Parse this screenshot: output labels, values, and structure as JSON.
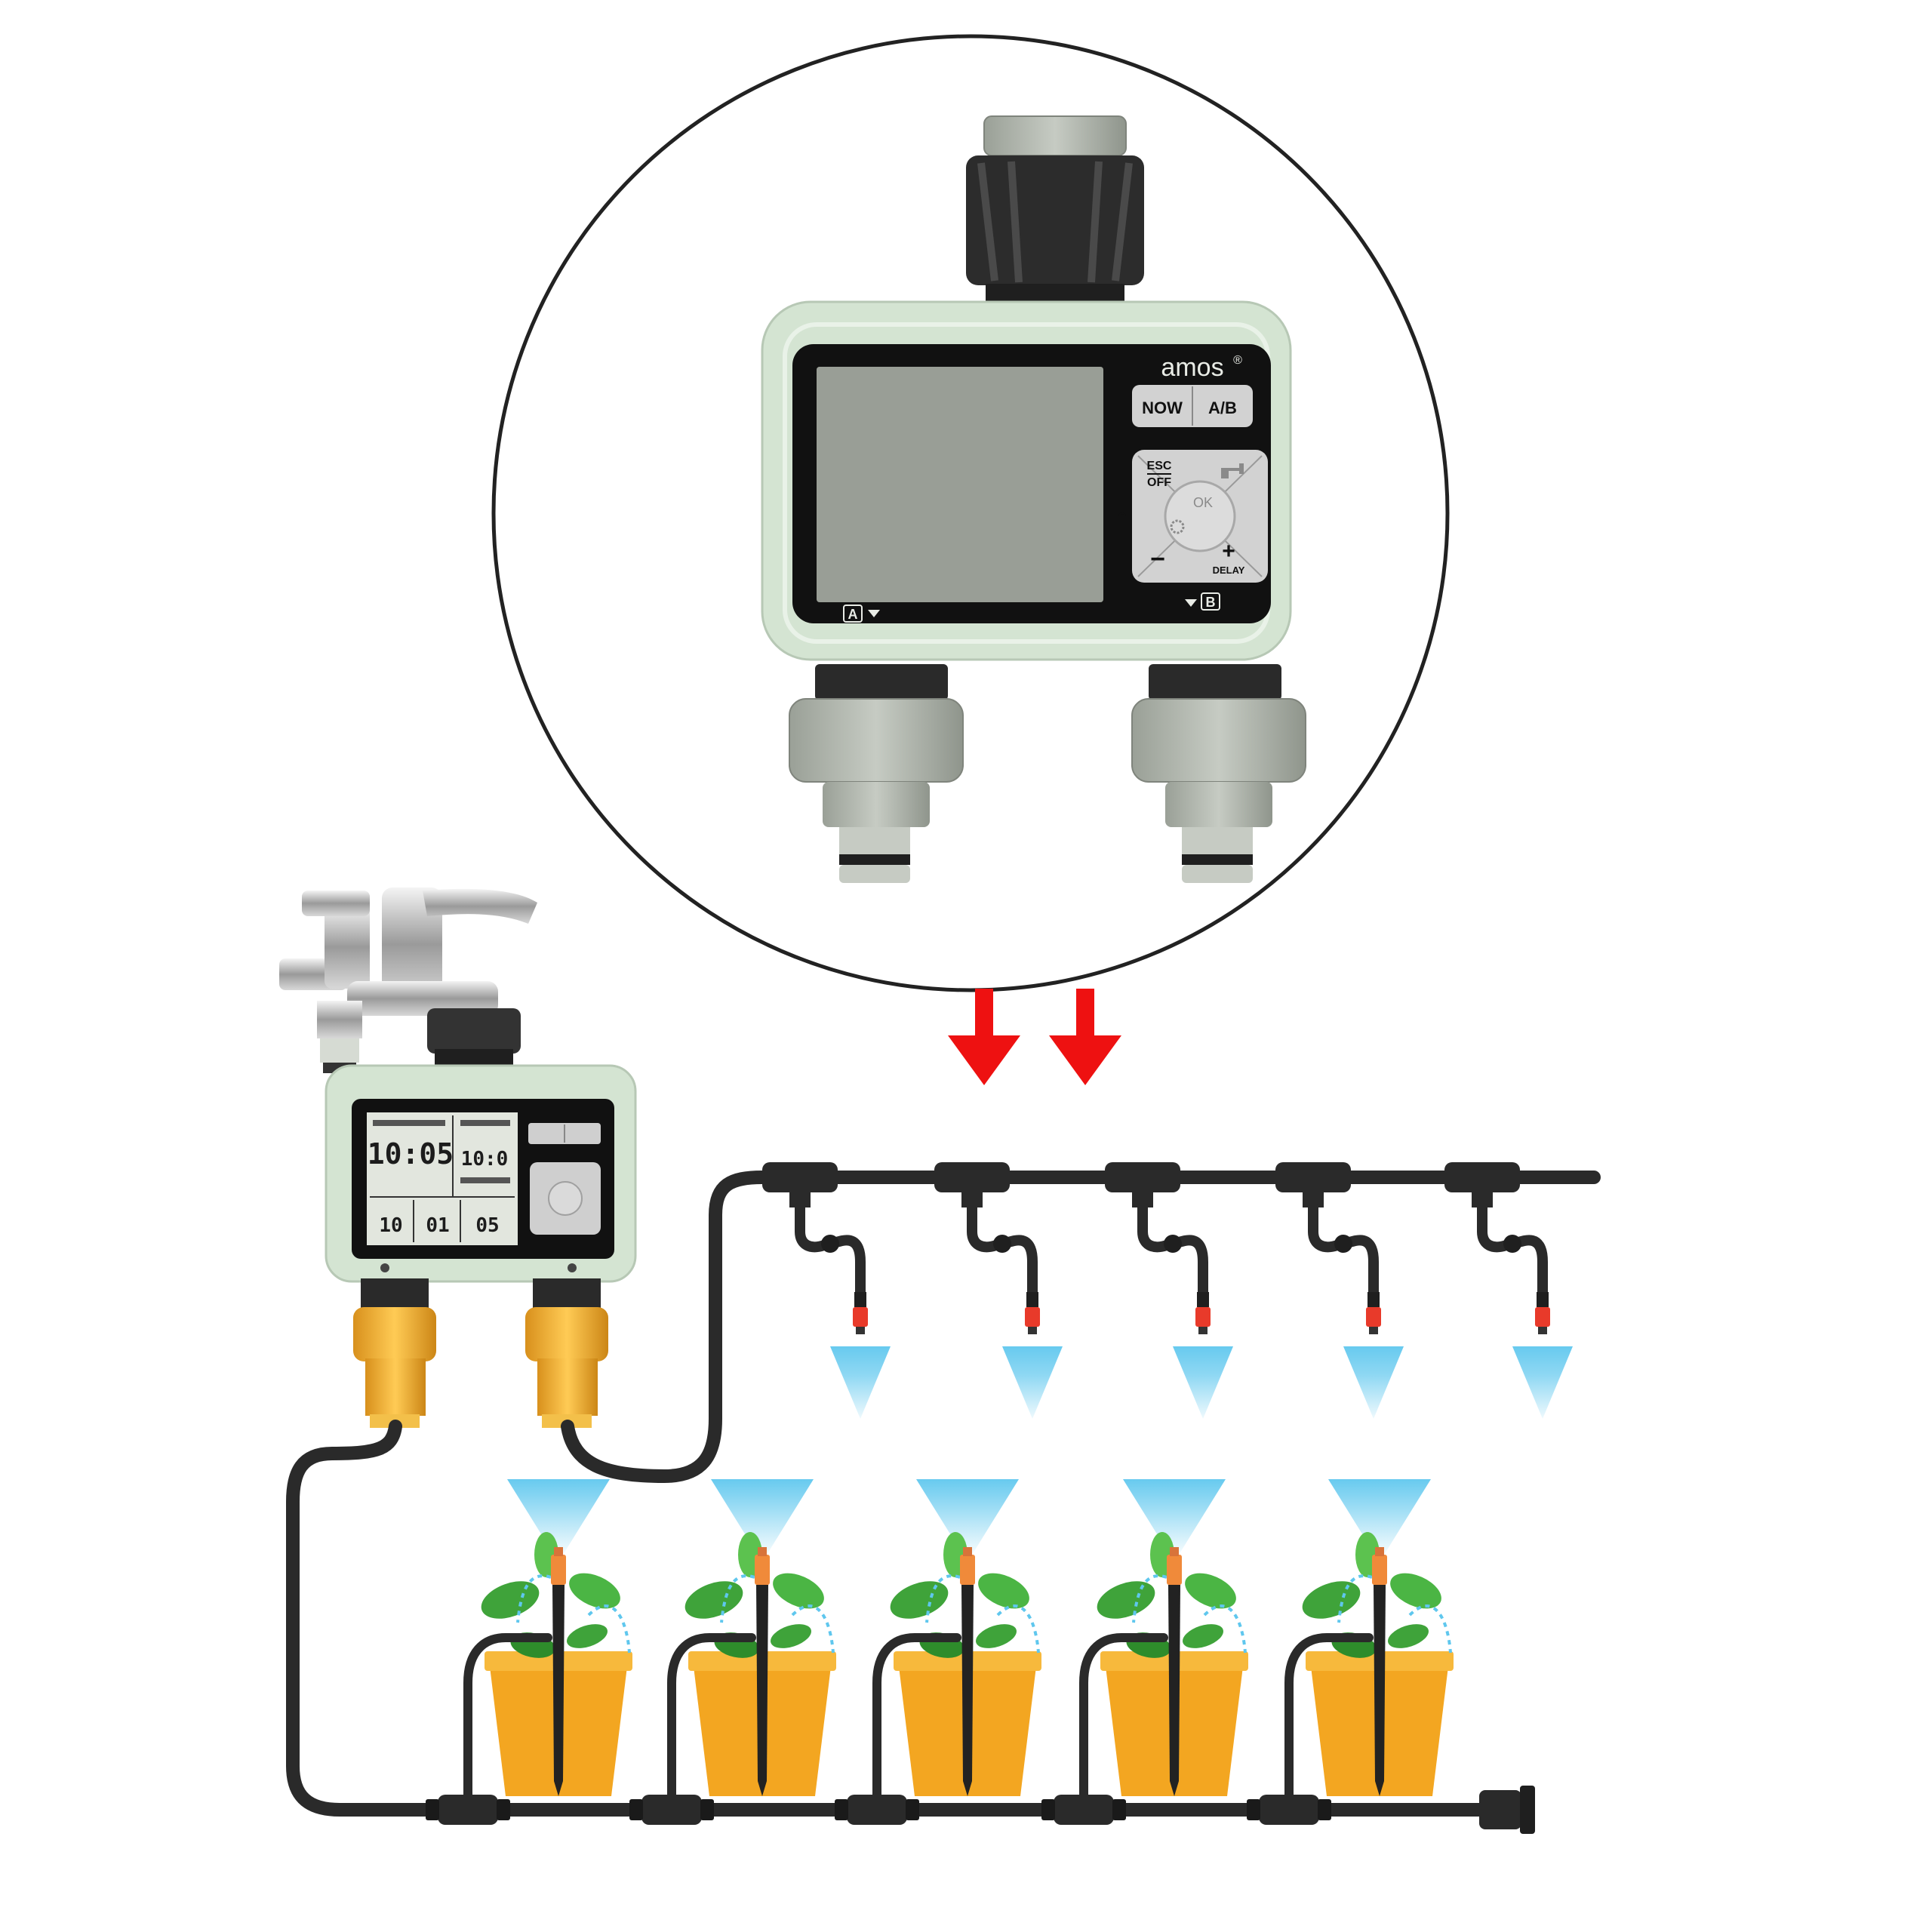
{
  "timer": {
    "brand": "amos",
    "brand_mark": "®",
    "btn_now": "NOW",
    "btn_ab": "A/B",
    "btn_esc": "ESC",
    "btn_off": "OFF",
    "btn_ok": "OK",
    "btn_minus": "−",
    "btn_plus": "+",
    "btn_delay": "DELAY",
    "outlet_a": "A",
    "outlet_b": "B"
  },
  "small_timer": {
    "lcd_time": "10:05",
    "lcd_right_top": "10:0",
    "lcd_bottom_1": "10",
    "lcd_bottom_2": "01",
    "lcd_bottom_3": "05"
  },
  "colors": {
    "timer_body": "#d4e4d2",
    "arrow": "#ee1111",
    "spray": "#5fc7ee",
    "pot": "#f3a621",
    "connector": "#f1b234",
    "tube": "#2a2a2a",
    "nozzle": "#e83a2a"
  }
}
